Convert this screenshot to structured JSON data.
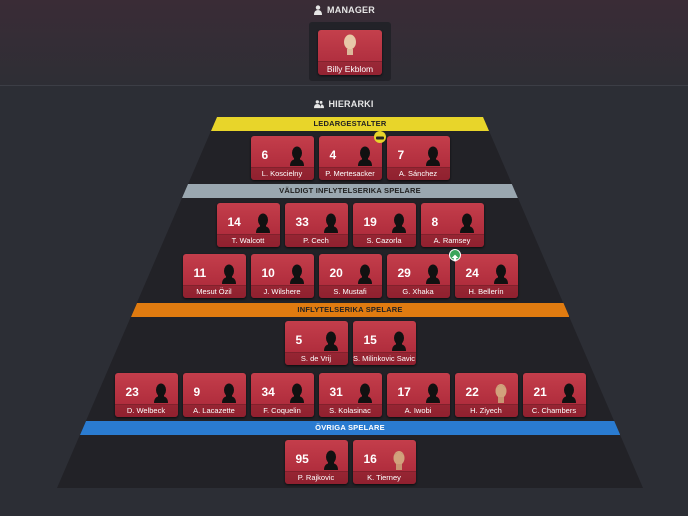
{
  "manager_section": {
    "title": "MANAGER",
    "icon": "person-icon",
    "manager": {
      "name": "Billy Ekblom",
      "has_face": true
    }
  },
  "hierarchy_section": {
    "title": "HIERARKI",
    "icon": "people-icon"
  },
  "tiers": [
    {
      "label": "LEDARGESTALTER",
      "color": "#e8d52a",
      "text_color": "#222222",
      "rows": [
        [
          {
            "number": "6",
            "name": "L. Koscielny"
          },
          {
            "number": "4",
            "name": "P. Mertesacker",
            "badge": "captain-armband"
          },
          {
            "number": "7",
            "name": "A. Sánchez"
          }
        ]
      ]
    },
    {
      "label": "VÄLDIGT INFLYTELSERIKA SPELARE",
      "color": "#9aa7b0",
      "text_color": "#222222",
      "rows": [
        [
          {
            "number": "14",
            "name": "T. Walcott"
          },
          {
            "number": "33",
            "name": "P. Cech"
          },
          {
            "number": "19",
            "name": "S. Cazorla"
          },
          {
            "number": "8",
            "name": "A. Ramsey"
          }
        ],
        [
          {
            "number": "11",
            "name": "Mesut Özil"
          },
          {
            "number": "10",
            "name": "J. Wilshere"
          },
          {
            "number": "20",
            "name": "S. Mustafi"
          },
          {
            "number": "29",
            "name": "G. Xhaka"
          },
          {
            "number": "24",
            "name": "H. Bellerín",
            "badge": "promoted-arrow"
          }
        ]
      ]
    },
    {
      "label": "INFLYTELSERIKA SPELARE",
      "color": "#e07b10",
      "text_color": "#222222",
      "rows": [
        [
          {
            "number": "5",
            "name": "S. de Vrij"
          },
          {
            "number": "15",
            "name": "S. Milinkovic Savic"
          }
        ],
        [
          {
            "number": "23",
            "name": "D. Welbeck"
          },
          {
            "number": "9",
            "name": "A. Lacazette"
          },
          {
            "number": "34",
            "name": "F. Coquelin"
          },
          {
            "number": "31",
            "name": "S. Kolasinac"
          },
          {
            "number": "17",
            "name": "A. Iwobi"
          },
          {
            "number": "22",
            "name": "H. Ziyech",
            "face": true
          },
          {
            "number": "21",
            "name": "C. Chambers"
          }
        ]
      ]
    },
    {
      "label": "ÖVRIGA SPELARE",
      "color": "#2a7bd0",
      "text_color": "#ffffff",
      "rows": [
        [
          {
            "number": "95",
            "name": "P. Rajkovic"
          },
          {
            "number": "16",
            "name": "K. Tierney",
            "face": true
          }
        ]
      ]
    }
  ]
}
